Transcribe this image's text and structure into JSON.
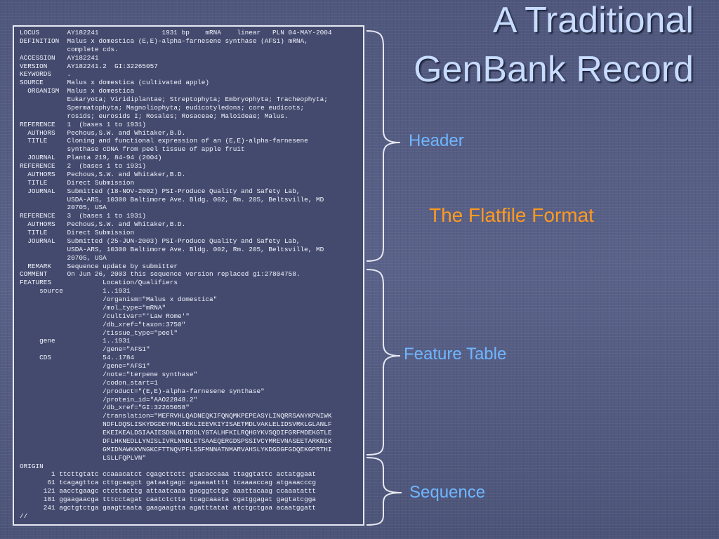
{
  "slide": {
    "title_line1": "A Traditional",
    "title_line2": "GenBank Record",
    "subtitle": "The Flatfile Format",
    "sections": {
      "header": "Header",
      "feature_table": "Feature Table",
      "sequence": "Sequence"
    },
    "colors": {
      "title": "#c8dcff",
      "section_label": "#6fb6ff",
      "subtitle": "#ff9a1f",
      "record_border": "#e6e8f2"
    }
  },
  "record": {
    "lines": [
      "LOCUS       AY182241                1931 bp    mRNA    linear   PLN 04-MAY-2004",
      "DEFINITION  Malus x domestica (E,E)-alpha-farnesene synthase (AFS1) mRNA,",
      "            complete cds.",
      "ACCESSION   AY182241",
      "VERSION     AY182241.2  GI:32265057",
      "KEYWORDS    .",
      "SOURCE      Malus x domestica (cultivated apple)",
      "  ORGANISM  Malus x domestica",
      "            Eukaryota; Viridiplantae; Streptophyta; Embryophyta; Tracheophyta;",
      "            Spermatophyta; Magnoliophyta; eudicotyledons; core eudicots;",
      "            rosids; eurosids I; Rosales; Rosaceae; Maloideae; Malus.",
      "REFERENCE   1  (bases 1 to 1931)",
      "  AUTHORS   Pechous,S.W. and Whitaker,B.D.",
      "  TITLE     Cloning and functional expression of an (E,E)-alpha-farnesene",
      "            synthase cDNA from peel tissue of apple fruit",
      "  JOURNAL   Planta 219, 84-94 (2004)",
      "REFERENCE   2  (bases 1 to 1931)",
      "  AUTHORS   Pechous,S.W. and Whitaker,B.D.",
      "  TITLE     Direct Submission",
      "  JOURNAL   Submitted (18-NOV-2002) PSI-Produce Quality and Safety Lab,",
      "            USDA-ARS, 10300 Baltimore Ave. Bldg. 002, Rm. 205, Beltsville, MD",
      "            20705, USA",
      "REFERENCE   3  (bases 1 to 1931)",
      "  AUTHORS   Pechous,S.W. and Whitaker,B.D.",
      "  TITLE     Direct Submission",
      "  JOURNAL   Submitted (25-JUN-2003) PSI-Produce Quality and Safety Lab,",
      "            USDA-ARS, 10300 Baltimore Ave. Bldg. 002, Rm. 205, Beltsville, MD",
      "            20705, USA",
      "  REMARK    Sequence update by submitter",
      "COMMENT     On Jun 26, 2003 this sequence version replaced gi:27804758.",
      "FEATURES             Location/Qualifiers",
      "     source          1..1931",
      "                     /organism=\"Malus x domestica\"",
      "                     /mol_type=\"mRNA\"",
      "                     /cultivar=\"'Law Rome'\"",
      "                     /db_xref=\"taxon:3750\"",
      "                     /tissue_type=\"peel\"",
      "     gene            1..1931",
      "                     /gene=\"AFS1\"",
      "     CDS             54..1784",
      "                     /gene=\"AFS1\"",
      "                     /note=\"terpene synthase\"",
      "                     /codon_start=1",
      "                     /product=\"(E,E)-alpha-farnesene synthase\"",
      "                     /protein_id=\"AAO22848.2\"",
      "                     /db_xref=\"GI:32265058\"",
      "                     /translation=\"MEFRVHLQADNEQKIFQNQMKPEPEASYLINQRRSANYKPNIWK",
      "                     NDFLDQSLISKYDGDEYRKLSEKLIEEVKIYISAETMDLVAKLELIDSVRKLGLANLF",
      "                     EKEIKEALDSIAAIESDNLGTRDDLYGTALHFKILRQHGYKVSQDIFGRFMDEKGTLE",
      "                     DFLHKNEDLLYNISLIVRLNNDLGTSAAEQERGDSPSSIVCYMREVNASEETARKNIK",
      "                     GMIDNAWKKVNGKCFTTNQVPFLSSFMNNATNMARVAHSLYKDGDGFGDQEKGPRTHI",
      "                     LSLLFQPLVN\"",
      "ORIGIN",
      "        1 ttcttgtatc ccaaacatct cgagcttctt gtacaccaaa ttaggtattc actatggaat",
      "       61 tcagagttca cttgcaagct gataatgagc agaaaatttt tcaaaaccag atgaaacccg",
      "      121 aacctgaagc ctcttacttg attaatcaaa gacggtctgc aaattacaag ccaaatattt",
      "      181 ggaagaacga tttcctagat caatctctta tcagcaaata cgatggagat gagtatcgga",
      "      241 agctgtctga gaagttaata gaagaagtta agatttatat atctgctgaa acaatggatt",
      "//"
    ]
  }
}
